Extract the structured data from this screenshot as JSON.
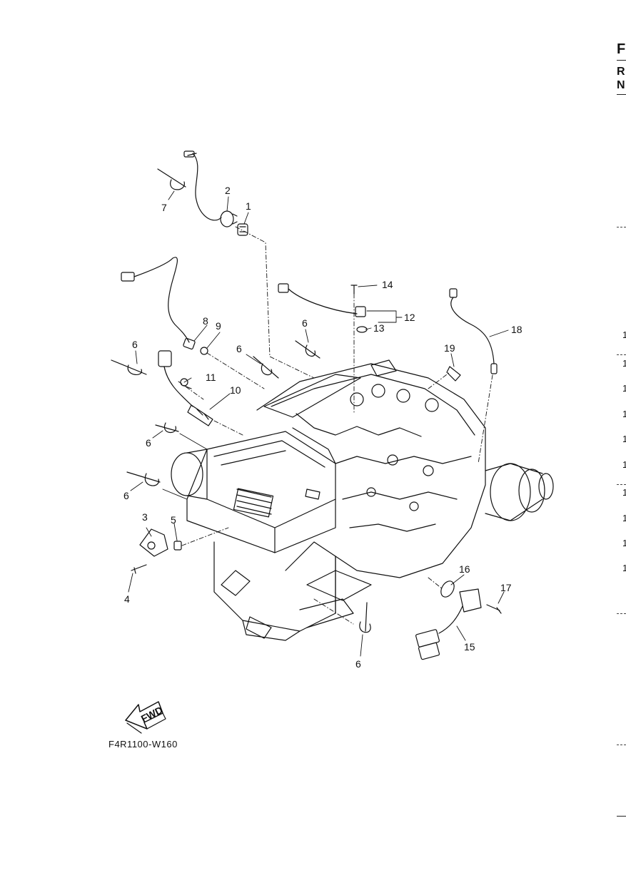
{
  "figure_code": "F4R1100-W160",
  "fwd_label": "FWD",
  "callouts": {
    "c1": "1",
    "c2": "2",
    "c3": "3",
    "c4": "4",
    "c5": "5",
    "c6a": "6",
    "c6b": "6",
    "c6c": "6",
    "c6d": "6",
    "c6e": "6",
    "c6f": "6",
    "c7": "7",
    "c8": "8",
    "c9": "9",
    "c10": "10",
    "c11": "11",
    "c12": "12",
    "c13": "13",
    "c14": "14",
    "c15": "15",
    "c16": "16",
    "c17": "17",
    "c18": "18",
    "c19": "19"
  },
  "right_edge": {
    "header_f": "F",
    "header_r": "R",
    "header_n": "N",
    "nums": [
      "1",
      "1",
      "1",
      "1",
      "1",
      "1",
      "1",
      "1",
      "1",
      "1"
    ]
  }
}
